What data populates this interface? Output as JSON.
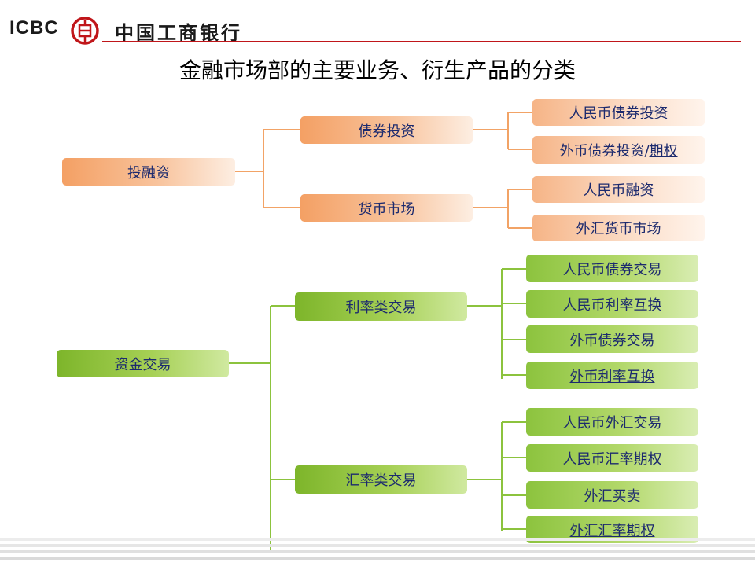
{
  "header": {
    "logo_text": "ICBC",
    "logo_glyph": "㊞",
    "bank_name": "中国工商银行",
    "brand_color": "#c0161a"
  },
  "title": "金融市场部的主要业务、衍生产品的分类",
  "diagram": {
    "branches": [
      {
        "label": "投融资",
        "children": [
          {
            "label": "债券投资",
            "children": [
              "人民币债券投资",
              "外币债券投资/期权"
            ]
          },
          {
            "label": "货币市场",
            "children": [
              "人民币融资",
              "外汇货币市场"
            ]
          }
        ]
      },
      {
        "label": "资金交易",
        "children": [
          {
            "label": "利率类交易",
            "children": [
              "人民币债券交易",
              "人民币利率互换",
              "外币债券交易",
              "外币利率互换"
            ]
          },
          {
            "label": "汇率类交易",
            "children": [
              "人民币外汇交易",
              "人民币汇率期权",
              "外汇买卖",
              "外汇汇率期权"
            ]
          }
        ]
      }
    ]
  }
}
